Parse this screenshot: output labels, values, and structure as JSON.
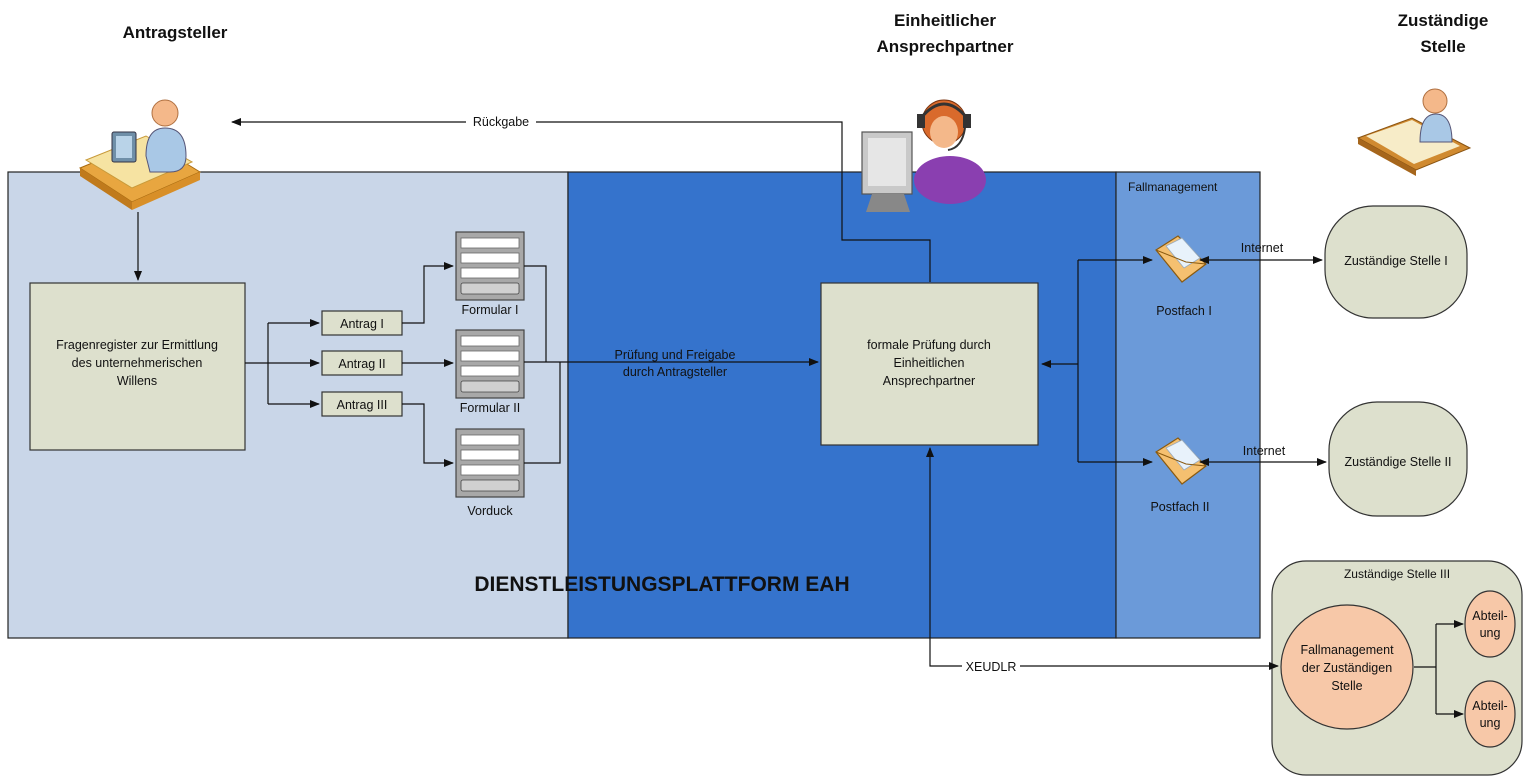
{
  "headers": {
    "applicant": "Antragsteller",
    "contact_line1": "Einheitlicher",
    "contact_line2": "Ansprechpartner",
    "authority_line1": "Zuständige",
    "authority_line2": "Stelle"
  },
  "platform": {
    "title": "DIENSTLEISTUNGSPLATTFORM EAH",
    "case_management": "Fallmanagement"
  },
  "flows": {
    "return": "Rückgabe",
    "check_line1": "Prüfung und Freigabe",
    "check_line2": "durch Antragsteller",
    "internet_1": "Internet",
    "internet_2": "Internet",
    "xeudlr": "XEUDLR"
  },
  "question_register": {
    "line1": "Fragenregister zur Ermittlung",
    "line2": "des unternehmerischen",
    "line3": "Willens"
  },
  "applications": [
    "Antrag I",
    "Antrag II",
    "Antrag III"
  ],
  "forms": [
    "Formular I",
    "Formular II",
    "Vorduck"
  ],
  "formal_check": {
    "line1": "formale Prüfung durch",
    "line2": "Einheitlichen",
    "line3": "Ansprechpartner"
  },
  "mailboxes": [
    "Postfach I",
    "Postfach II"
  ],
  "authorities": {
    "one": "Zuständige Stelle I",
    "two": "Zuständige Stelle II",
    "three": "Zuständige Stelle III",
    "fm_line1": "Fallmanagement",
    "fm_line2": "der Zuständigen",
    "fm_line3": "Stelle",
    "dept1_line1": "Abteil-",
    "dept1_line2": "ung",
    "dept2_line1": "Abteil-",
    "dept2_line2": "ung"
  },
  "colors": {
    "applicant_zone": "#c9d6e8",
    "contact_zone": "#3573cc",
    "case_zone": "#6b9ad9",
    "box_fill": "#dde0cd",
    "circle_fill": "#f7c8a8"
  }
}
